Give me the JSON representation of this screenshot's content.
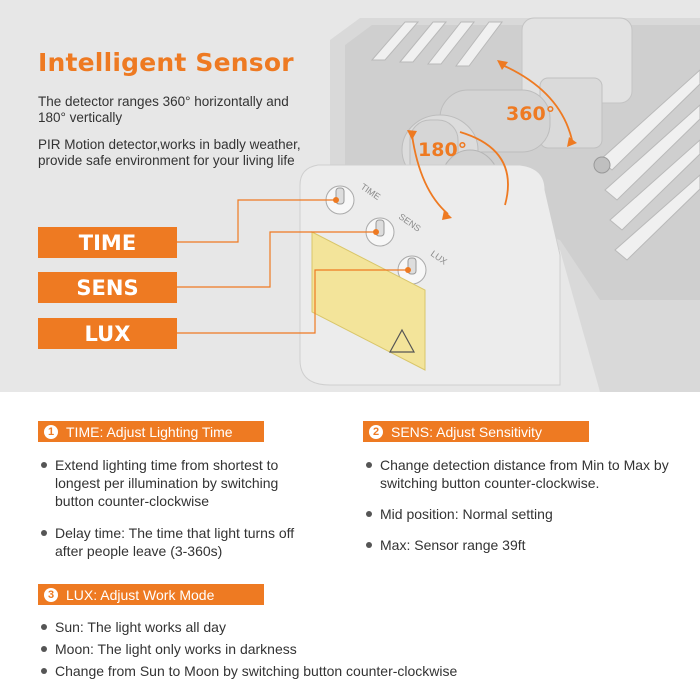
{
  "hero": {
    "title": "Intelligent Sensor",
    "desc1": "The detector ranges 360° horizontally and 180° vertically",
    "desc2": "PIR Motion detector,works in badly weather, provide safe environment for your living life",
    "tags": [
      "TIME",
      "SENS",
      "LUX"
    ],
    "angle_horizontal": "360°",
    "angle_vertical": "180°",
    "knob_labels": [
      "TIME",
      "SENS",
      "LUX"
    ],
    "accent_color": "#ee7a22"
  },
  "sections": {
    "time": {
      "num": "1",
      "heading": "TIME: Adjust Lighting Time",
      "items": [
        "Extend lighting time from shortest to longest per illumination by switching button counter-clockwise",
        "Delay time: The time that light turns off after people leave (3-360s)"
      ]
    },
    "sens": {
      "num": "2",
      "heading": "SENS: Adjust Sensitivity",
      "items": [
        "Change detection distance from Min to Max by switching button counter-clockwise.",
        "Mid position: Normal setting",
        "Max: Sensor range 39ft"
      ]
    },
    "lux": {
      "num": "3",
      "heading": "LUX: Adjust Work Mode",
      "items": [
        "Sun: The light works all day",
        "Moon: The light only works in darkness",
        "Change from Sun to Moon by switching button counter-clockwise"
      ]
    }
  }
}
